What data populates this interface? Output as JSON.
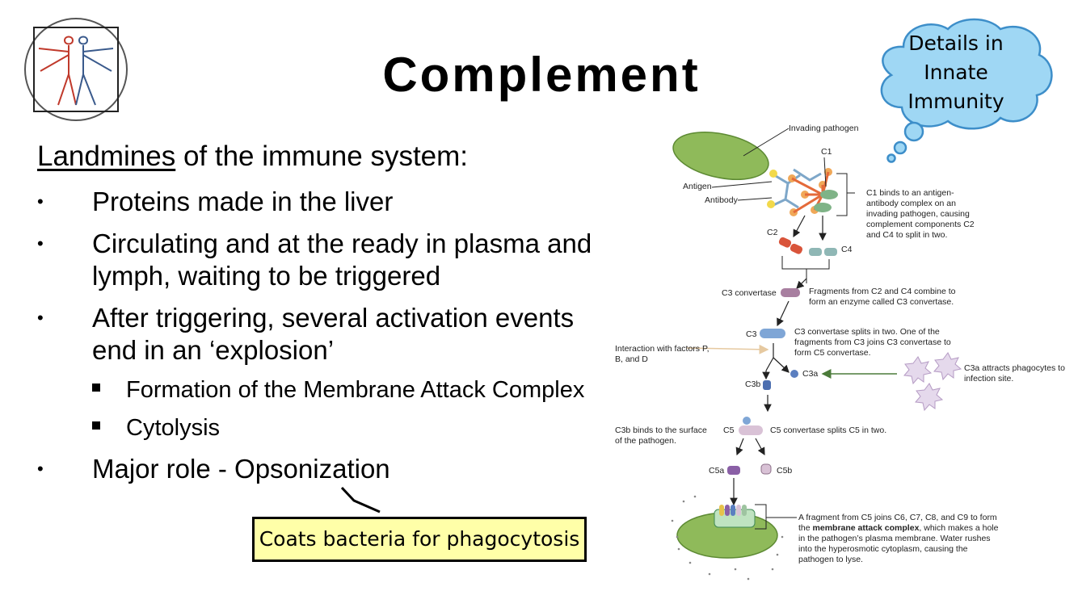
{
  "title": "Complement",
  "cloud": {
    "text": "Details in Innate Immunity"
  },
  "heading": {
    "underlined": "Landmines",
    "rest": " of the immune system:"
  },
  "bullets": [
    "Proteins made in the liver",
    "Circulating and at the ready in plasma and lymph, waiting to be triggered",
    "After triggering, several activation events end in an ‘explosion’"
  ],
  "sub_bullets": [
    "Formation of the Membrane Attack Complex",
    "Cytolysis"
  ],
  "last_bullet": "Major role - Opsonization",
  "callout": "Coats bacteria for phagocytosis",
  "diagram": {
    "invading_pathogen": "Invading pathogen",
    "c1": "C1",
    "antigen": "Antigen",
    "antibody": "Antibody",
    "c1_desc": "C1 binds to an antigen-antibody complex on an invading pathogen, causing complement components C2 and C4 to split in two.",
    "c2": "C2",
    "c4": "C4",
    "c3_convertase": "C3 convertase",
    "c3_convertase_desc": "Fragments from C2 and C4 combine to form an enzyme called C3 convertase.",
    "c3": "C3",
    "c3_desc": "C3 convertase splits in two. One of the fragments from C3 joins C3 convertase to form C5 convertase.",
    "factors": "Interaction with factors P, B, and D",
    "c3a": "C3a",
    "c3b": "C3b",
    "c3a_desc": "C3a attracts phagocytes to infection site.",
    "c3b_desc": "C3b binds to the surface of the pathogen.",
    "c5": "C5",
    "c5_desc": "C5 convertase splits C5 in two.",
    "c5a": "C5a",
    "c5b": "C5b",
    "mac_desc_1": "A fragment  from C5 joins C6, C7, C8, and C9 to form the ",
    "mac_bold": "membrane attack complex",
    "mac_desc_2": ", which makes a hole in the pathogen’s plasma membrane. Water rushes into the hyperosmotic cytoplasm, causing the pathogen to lyse."
  }
}
